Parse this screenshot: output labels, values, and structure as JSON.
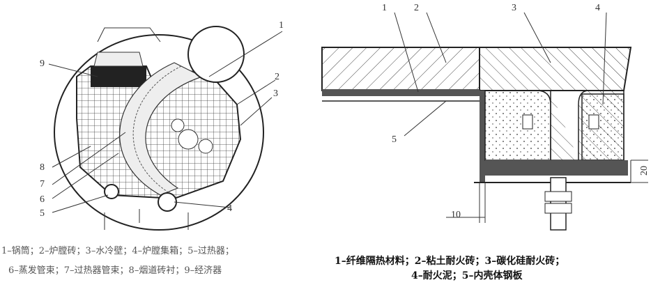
{
  "left_figure": {
    "labels": [
      "1",
      "2",
      "3",
      "4",
      "5",
      "6",
      "7",
      "8",
      "9"
    ],
    "caption_line1": "1–锅筒；2–炉膛砖；3–水冷壁；4–炉膛集箱；5–过热器；",
    "caption_line2": "6–蒸发管束；7–过热器管束；8–烟道砖衬；9–经济器"
  },
  "right_figure": {
    "labels": [
      "1",
      "2",
      "3",
      "4",
      "5"
    ],
    "dimensions": [
      "10",
      "20"
    ],
    "caption_line1": "1–纤维隔热材料；2–粘土耐火砖；3–碳化硅耐火砖；",
    "caption_line2": "4–耐火泥；5–内壳体钢板"
  }
}
